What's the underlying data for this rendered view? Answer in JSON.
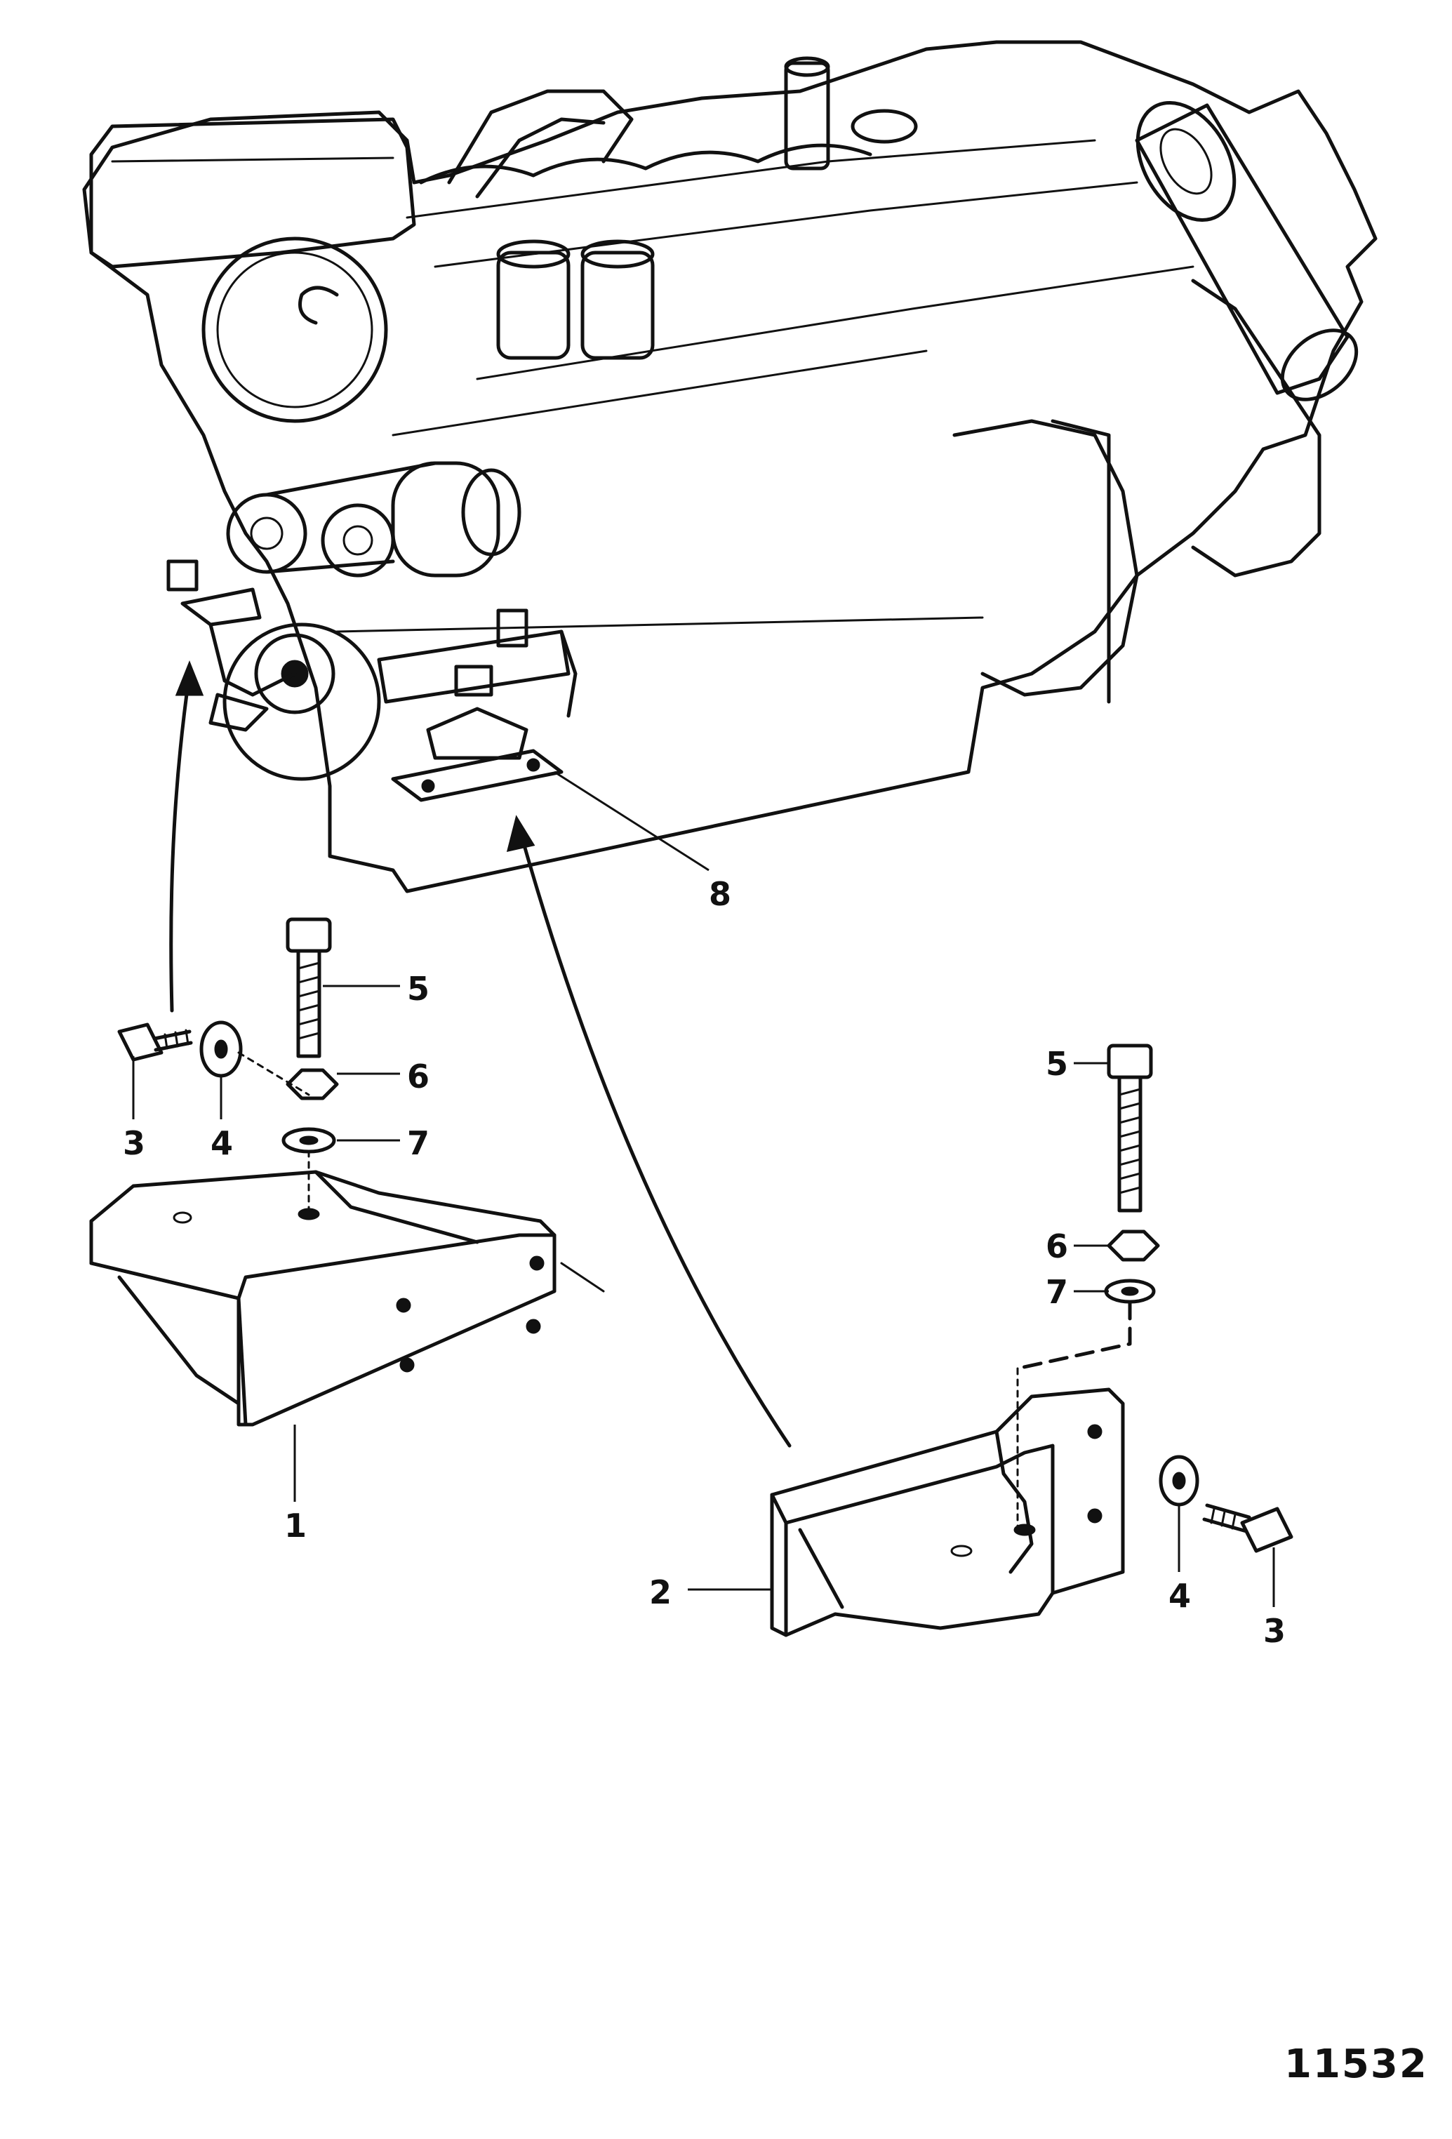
{
  "diagram": {
    "callouts": [
      {
        "id": "c8",
        "label": "8"
      },
      {
        "id": "c5a",
        "label": "5"
      },
      {
        "id": "c6a",
        "label": "6"
      },
      {
        "id": "c7a",
        "label": "7"
      },
      {
        "id": "c3a",
        "label": "3"
      },
      {
        "id": "c4a",
        "label": "4"
      },
      {
        "id": "c1",
        "label": "1"
      },
      {
        "id": "c5b",
        "label": "5"
      },
      {
        "id": "c6b",
        "label": "6"
      },
      {
        "id": "c7b",
        "label": "7"
      },
      {
        "id": "c2",
        "label": "2"
      },
      {
        "id": "c4b",
        "label": "4"
      },
      {
        "id": "c3b",
        "label": "3"
      }
    ],
    "figure_number": "11532"
  },
  "colors": {
    "ink": "#111111",
    "paper": "#ffffff"
  }
}
